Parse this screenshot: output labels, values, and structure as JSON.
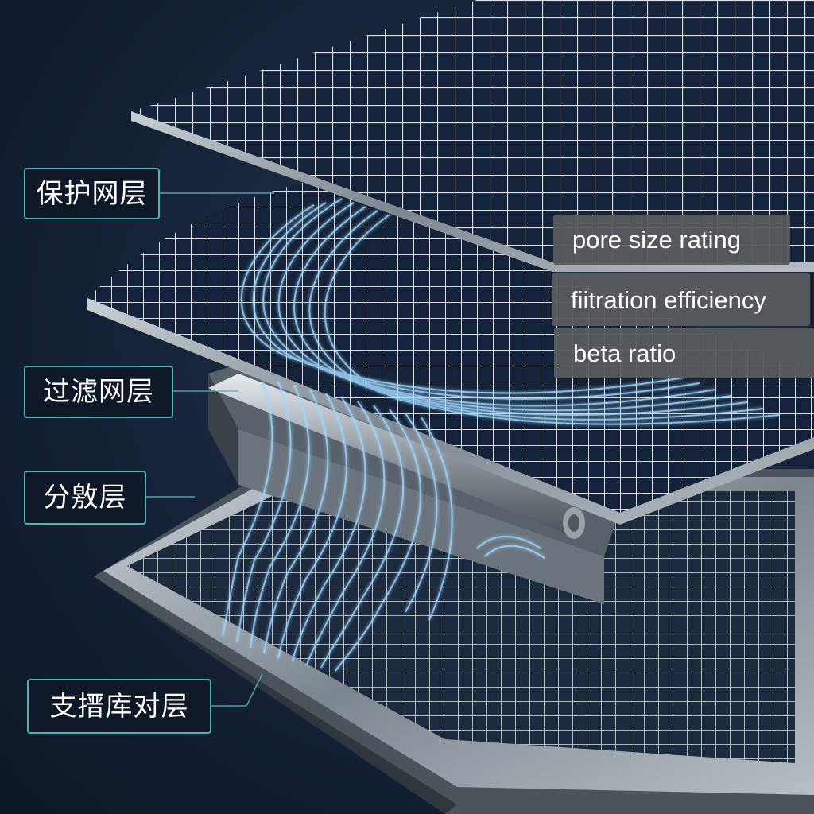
{
  "layers": {
    "protection": "保护网层",
    "filtration": "过滤网层",
    "dispersion": "分敫层",
    "support": "支搢库对层"
  },
  "parameters": {
    "pore_size": "pore size rating",
    "efficiency": "fiitration efficiency",
    "beta": "beta ratio"
  },
  "colors": {
    "background": "#17243a",
    "label_border": "#4fb3b8",
    "leader_line": "#4fb3b8",
    "flow": "#9fd8ff",
    "mesh_frame": "#9aa3ab"
  }
}
